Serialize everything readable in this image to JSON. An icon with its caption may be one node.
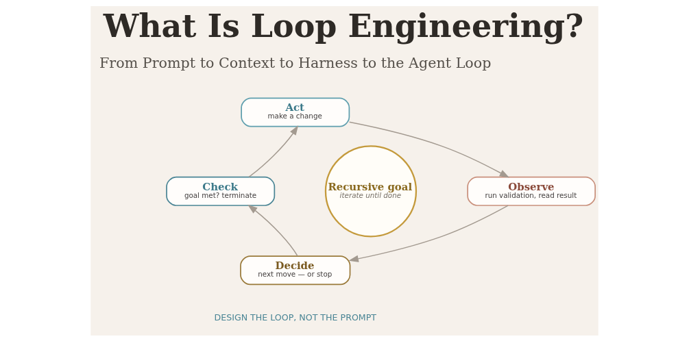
{
  "diagram": {
    "title": "What Is Loop Engineering?",
    "caption": "DESIGN THE LOOP, NOT THE PROMPT",
    "nodes": [
      {
        "text": [
          "Act",
          "make a change"
        ]
      },
      {
        "text": [
          "Check",
          "goal met? terminate"
        ]
      },
      {
        "text": [
          "Recursive goal",
          "iterate until done"
        ]
      },
      {
        "text": [
          "Observe",
          "run validation, read result"
        ]
      },
      {
        "text": [
          "Decide",
          "next move — or stop"
        ]
      }
    ],
    "edges": [
      {
        "from": 0,
        "to": 3,
        "arrow": "to"
      },
      {
        "from": 3,
        "to": 4,
        "arrow": "to"
      },
      {
        "from": 4,
        "to": 1,
        "arrow": "to"
      },
      {
        "from": 1,
        "to": 0,
        "arrow": "to"
      }
    ],
    "labels": [
      "From Prompt to Context to Harness to the Agent Loop"
    ]
  }
}
